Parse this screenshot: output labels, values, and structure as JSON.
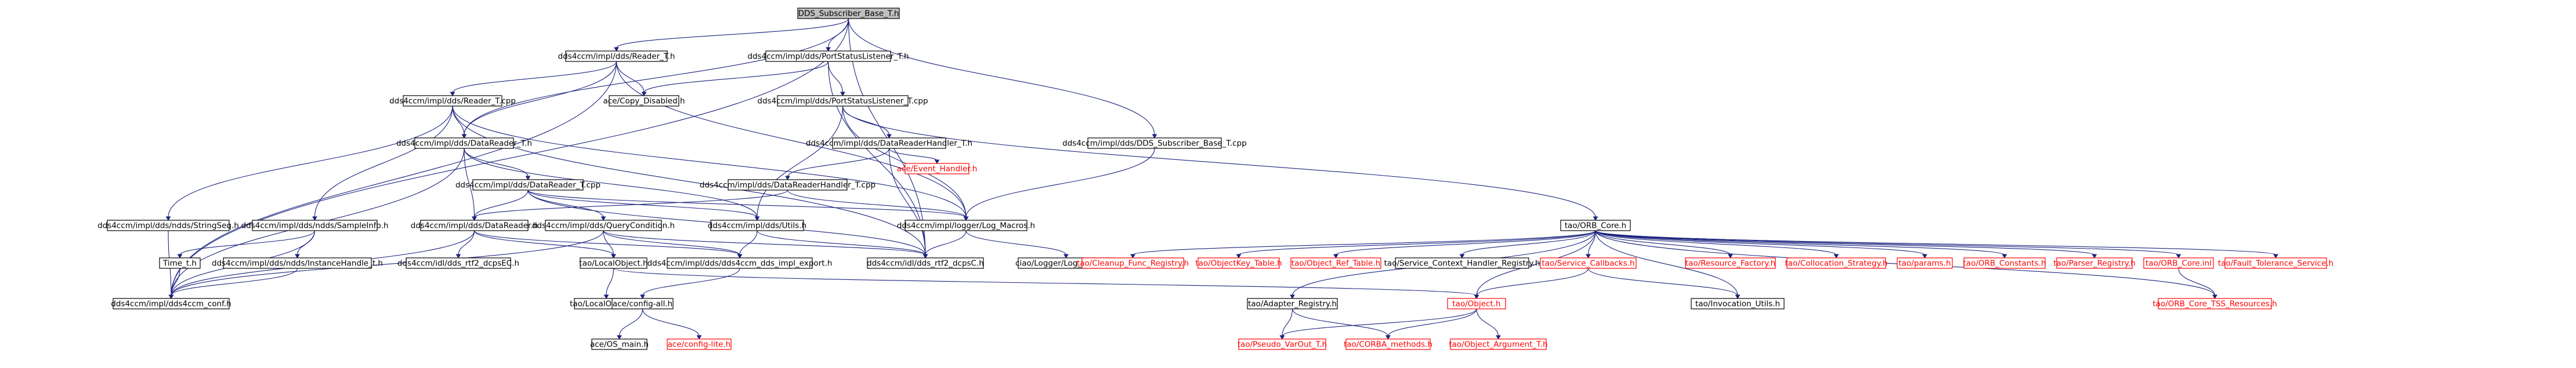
{
  "nodes": [
    {
      "id": "root",
      "label": "DDS_Subscriber_Base_T.h",
      "kind": "root"
    },
    {
      "id": "reader_t_h",
      "label": "dds4ccm/impl/dds/Reader_T.h"
    },
    {
      "id": "psl_t_h",
      "label": "dds4ccm/impl/dds/PortStatusListener_T.h"
    },
    {
      "id": "reader_t_cpp",
      "label": "dds4ccm/impl/dds/Reader_T.cpp"
    },
    {
      "id": "copy_disabled",
      "label": "ace/Copy_Disabled.h"
    },
    {
      "id": "psl_t_cpp",
      "label": "dds4ccm/impl/dds/PortStatusListener_T.cpp"
    },
    {
      "id": "datareader_t_h",
      "label": "dds4ccm/impl/dds/DataReader_T.h"
    },
    {
      "id": "drh_t_h",
      "label": "dds4ccm/impl/dds/DataReaderHandler_T.h"
    },
    {
      "id": "dds_sub_base_cpp",
      "label": "dds4ccm/impl/dds/DDS_Subscriber_Base_T.cpp"
    },
    {
      "id": "event_handler",
      "label": "ace/Event_Handler.h",
      "kind": "red"
    },
    {
      "id": "datareader_t_cpp",
      "label": "dds4ccm/impl/dds/DataReader_T.cpp"
    },
    {
      "id": "drh_t_cpp",
      "label": "dds4ccm/impl/dds/DataReaderHandler_T.cpp"
    },
    {
      "id": "stringseq",
      "label": "dds4ccm/impl/dds/ndds/StringSeq.h"
    },
    {
      "id": "sampleinfo",
      "label": "dds4ccm/impl/dds/ndds/SampleInfo.h"
    },
    {
      "id": "datareader_h",
      "label": "dds4ccm/impl/dds/DataReader.h"
    },
    {
      "id": "querycond",
      "label": "dds4ccm/impl/dds/QueryCondition.h"
    },
    {
      "id": "utils",
      "label": "dds4ccm/impl/dds/Utils.h"
    },
    {
      "id": "log_macros",
      "label": "dds4ccm/impl/logger/Log_Macros.h"
    },
    {
      "id": "orb_core",
      "label": "tao/ORB_Core.h"
    },
    {
      "id": "time_t",
      "label": "Time_t.h"
    },
    {
      "id": "instancehandle",
      "label": "dds4ccm/impl/dds/ndds/InstanceHandle_t.h"
    },
    {
      "id": "ddsecc",
      "label": "dds4ccm/idl/dds_rtf2_dcpsEC.h"
    },
    {
      "id": "localobject_h",
      "label": "tao/LocalObject.h"
    },
    {
      "id": "dds_impl_export",
      "label": "dds4ccm/impl/dds/dds4ccm_dds_impl_export.h"
    },
    {
      "id": "ddsc",
      "label": "dds4ccm/idl/dds_rtf2_dcpsC.h"
    },
    {
      "id": "logger_log_macros",
      "label": "ciao/Logger/Log_Macros.h"
    },
    {
      "id": "cleanup_func",
      "label": "tao/Cleanup_Func_Registry.h",
      "kind": "red"
    },
    {
      "id": "objectkey_table",
      "label": "tao/ObjectKey_Table.h",
      "kind": "red"
    },
    {
      "id": "object_ref_table",
      "label": "tao/Object_Ref_Table.h",
      "kind": "red"
    },
    {
      "id": "service_ctx",
      "label": "tao/Service_Context_Handler_Registry.h"
    },
    {
      "id": "service_callbacks",
      "label": "tao/Service_Callbacks.h",
      "kind": "red"
    },
    {
      "id": "resource_factory",
      "label": "tao/Resource_Factory.h",
      "kind": "red"
    },
    {
      "id": "collocation",
      "label": "tao/Collocation_Strategy.h",
      "kind": "red"
    },
    {
      "id": "params",
      "label": "tao/params.h",
      "kind": "red"
    },
    {
      "id": "orb_constants",
      "label": "tao/ORB_Constants.h",
      "kind": "red"
    },
    {
      "id": "parser_registry",
      "label": "tao/Parser_Registry.h",
      "kind": "red"
    },
    {
      "id": "orb_core_inl",
      "label": "tao/ORB_Core.inl",
      "kind": "red"
    },
    {
      "id": "fault_tolerance",
      "label": "tao/Fault_Tolerance_Service.h",
      "kind": "red"
    },
    {
      "id": "ccm_conf",
      "label": "dds4ccm/impl/dds4ccm_conf.h"
    },
    {
      "id": "localobject_inl",
      "label": "tao/LocalObject.inl"
    },
    {
      "id": "config_all",
      "label": "ace/config-all.h"
    },
    {
      "id": "adapter_registry",
      "label": "tao/Adapter_Registry.h"
    },
    {
      "id": "tao_object",
      "label": "tao/Object.h",
      "kind": "red"
    },
    {
      "id": "invocation_utils",
      "label": "tao/Invocation_Utils.h"
    },
    {
      "id": "orb_core_tss",
      "label": "tao/ORB_Core_TSS_Resources.h",
      "kind": "red"
    },
    {
      "id": "os_main",
      "label": "ace/OS_main.h"
    },
    {
      "id": "config_lite",
      "label": "ace/config-lite.h",
      "kind": "red"
    },
    {
      "id": "pseudo_varout",
      "label": "tao/Pseudo_VarOut_T.h",
      "kind": "red"
    },
    {
      "id": "corba_methods",
      "label": "tao/CORBA_methods.h",
      "kind": "red"
    },
    {
      "id": "object_argument",
      "label": "tao/Object_Argument_T.h",
      "kind": "red"
    }
  ],
  "edges": [
    [
      "root",
      "reader_t_h"
    ],
    [
      "root",
      "psl_t_h"
    ],
    [
      "root",
      "dds_sub_base_cpp"
    ],
    [
      "root",
      "datareader_t_h"
    ],
    [
      "root",
      "ccm_conf"
    ],
    [
      "root",
      "ddsc"
    ],
    [
      "reader_t_h",
      "reader_t_cpp"
    ],
    [
      "reader_t_h",
      "copy_disabled"
    ],
    [
      "reader_t_h",
      "datareader_t_h"
    ],
    [
      "reader_t_h",
      "ccm_conf"
    ],
    [
      "reader_t_h",
      "log_macros"
    ],
    [
      "psl_t_h",
      "psl_t_cpp"
    ],
    [
      "psl_t_h",
      "copy_disabled"
    ],
    [
      "psl_t_h",
      "ddsc"
    ],
    [
      "reader_t_cpp",
      "datareader_t_h"
    ],
    [
      "reader_t_cpp",
      "sampleinfo"
    ],
    [
      "reader_t_cpp",
      "log_macros"
    ],
    [
      "reader_t_cpp",
      "stringseq"
    ],
    [
      "reader_t_cpp",
      "ddsc"
    ],
    [
      "psl_t_cpp",
      "utils"
    ],
    [
      "psl_t_cpp",
      "log_macros"
    ],
    [
      "psl_t_cpp",
      "orb_core"
    ],
    [
      "psl_t_cpp",
      "drh_t_h"
    ],
    [
      "datareader_t_h",
      "datareader_t_cpp"
    ],
    [
      "datareader_t_h",
      "datareader_h"
    ],
    [
      "datareader_t_h",
      "ccm_conf"
    ],
    [
      "datareader_t_h",
      "utils"
    ],
    [
      "drh_t_h",
      "drh_t_cpp"
    ],
    [
      "drh_t_h",
      "event_handler"
    ],
    [
      "drh_t_h",
      "ddsc"
    ],
    [
      "dds_sub_base_cpp",
      "log_macros"
    ],
    [
      "datareader_t_cpp",
      "datareader_h"
    ],
    [
      "datareader_t_cpp",
      "querycond"
    ],
    [
      "datareader_t_cpp",
      "utils"
    ],
    [
      "datareader_t_cpp",
      "log_macros"
    ],
    [
      "datareader_t_cpp",
      "ddsc"
    ],
    [
      "drh_t_cpp",
      "log_macros"
    ],
    [
      "drh_t_cpp",
      "datareader_h"
    ],
    [
      "stringseq",
      "ccm_conf"
    ],
    [
      "sampleinfo",
      "time_t"
    ],
    [
      "sampleinfo",
      "instancehandle"
    ],
    [
      "sampleinfo",
      "ccm_conf"
    ],
    [
      "datareader_h",
      "ddsecc"
    ],
    [
      "datareader_h",
      "localobject_h"
    ],
    [
      "datareader_h",
      "dds_impl_export"
    ],
    [
      "datareader_h",
      "ccm_conf"
    ],
    [
      "querycond",
      "localobject_h"
    ],
    [
      "querycond",
      "dds_impl_export"
    ],
    [
      "querycond",
      "ddsc"
    ],
    [
      "querycond",
      "ccm_conf"
    ],
    [
      "utils",
      "ddsc"
    ],
    [
      "utils",
      "dds_impl_export"
    ],
    [
      "log_macros",
      "logger_log_macros"
    ],
    [
      "log_macros",
      "ddsc"
    ],
    [
      "orb_core",
      "cleanup_func"
    ],
    [
      "orb_core",
      "objectkey_table"
    ],
    [
      "orb_core",
      "object_ref_table"
    ],
    [
      "orb_core",
      "service_ctx"
    ],
    [
      "orb_core",
      "service_callbacks"
    ],
    [
      "orb_core",
      "resource_factory"
    ],
    [
      "orb_core",
      "collocation"
    ],
    [
      "orb_core",
      "params"
    ],
    [
      "orb_core",
      "orb_constants"
    ],
    [
      "orb_core",
      "parser_registry"
    ],
    [
      "orb_core",
      "orb_core_inl"
    ],
    [
      "orb_core",
      "fault_tolerance"
    ],
    [
      "orb_core",
      "adapter_registry"
    ],
    [
      "orb_core",
      "tao_object"
    ],
    [
      "orb_core",
      "invocation_utils"
    ],
    [
      "orb_core",
      "orb_core_tss"
    ],
    [
      "time_t",
      "ccm_conf"
    ],
    [
      "instancehandle",
      "ccm_conf"
    ],
    [
      "localobject_h",
      "localobject_inl"
    ],
    [
      "localobject_h",
      "tao_object"
    ],
    [
      "dds_impl_export",
      "config_all"
    ],
    [
      "service_callbacks",
      "tao_object"
    ],
    [
      "service_callbacks",
      "invocation_utils"
    ],
    [
      "orb_core_inl",
      "orb_core_tss"
    ],
    [
      "config_all",
      "os_main"
    ],
    [
      "config_all",
      "config_lite"
    ],
    [
      "adapter_registry",
      "pseudo_varout"
    ],
    [
      "adapter_registry",
      "corba_methods"
    ],
    [
      "tao_object",
      "pseudo_varout"
    ],
    [
      "tao_object",
      "corba_methods"
    ],
    [
      "tao_object",
      "object_argument"
    ]
  ]
}
